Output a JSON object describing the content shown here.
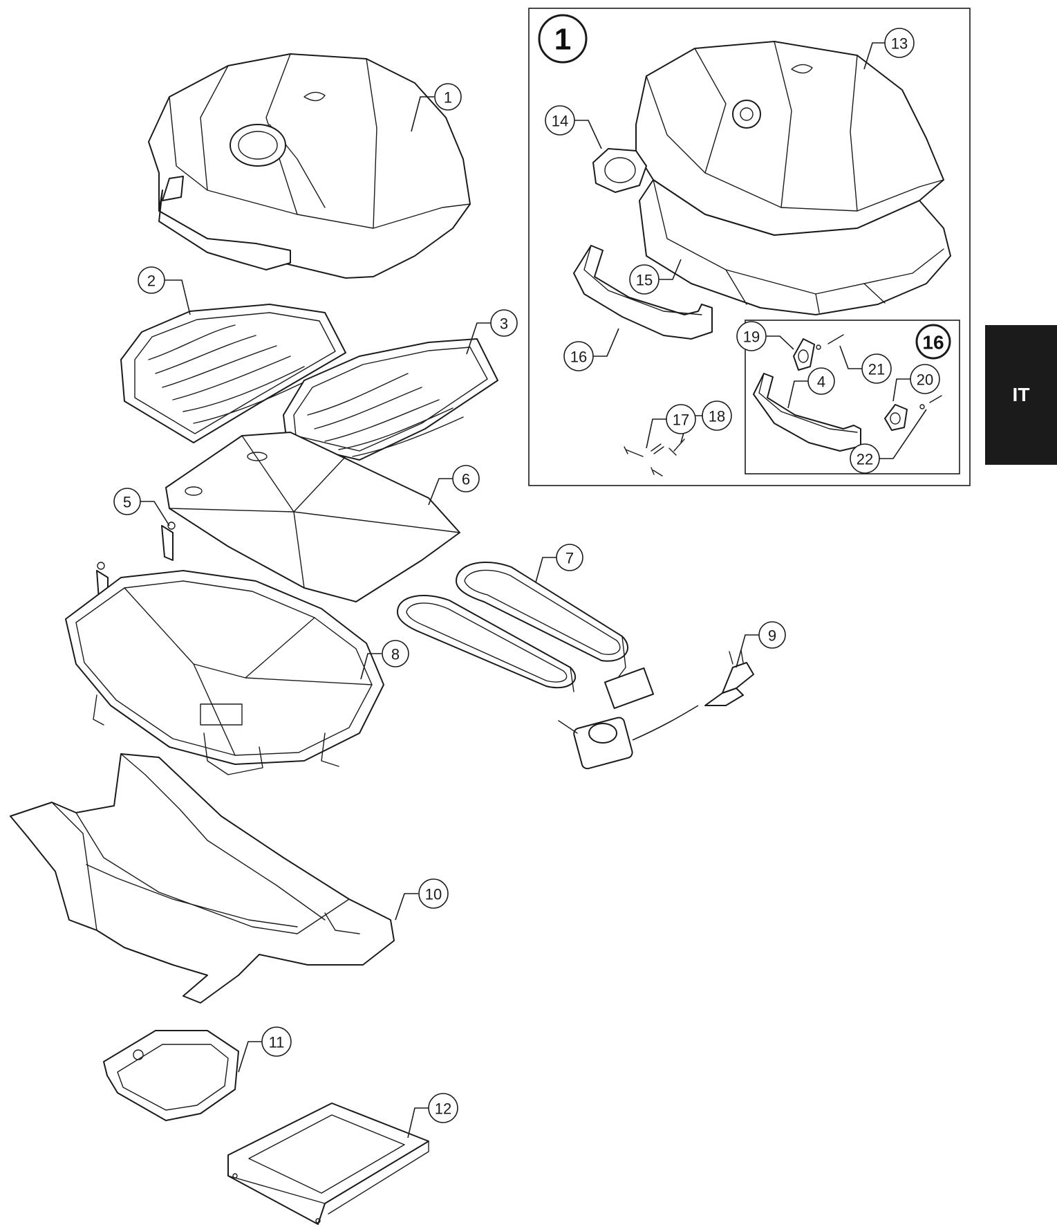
{
  "language_tab": "IT",
  "group_labels": {
    "lid_assembly": "1",
    "handle_assembly": "16"
  },
  "callouts": [
    "1",
    "2",
    "3",
    "4",
    "5",
    "6",
    "7",
    "8",
    "9",
    "10",
    "11",
    "12",
    "13",
    "14",
    "15",
    "16",
    "17",
    "18",
    "19",
    "20",
    "21",
    "22"
  ]
}
